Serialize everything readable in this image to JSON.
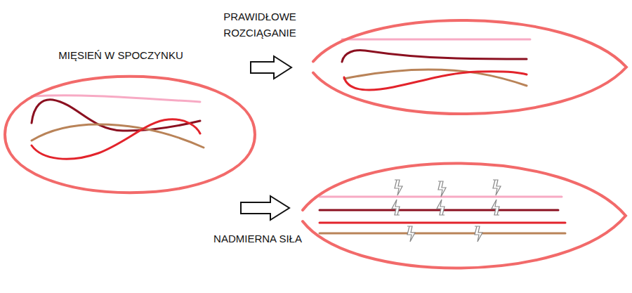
{
  "diagram": {
    "nodes": [
      {
        "text": [
          "MIĘSIEŃ W SPOCZYNKU"
        ]
      },
      {
        "text": [
          "PRAWIDŁOWE ROZCIĄGANIE"
        ]
      },
      {
        "text": [
          "NADMIERNA SIŁA"
        ]
      }
    ],
    "edges": [
      {
        "from": 0,
        "to": 1,
        "arrow": "to"
      },
      {
        "from": 0,
        "to": 2,
        "arrow": "to"
      }
    ]
  }
}
